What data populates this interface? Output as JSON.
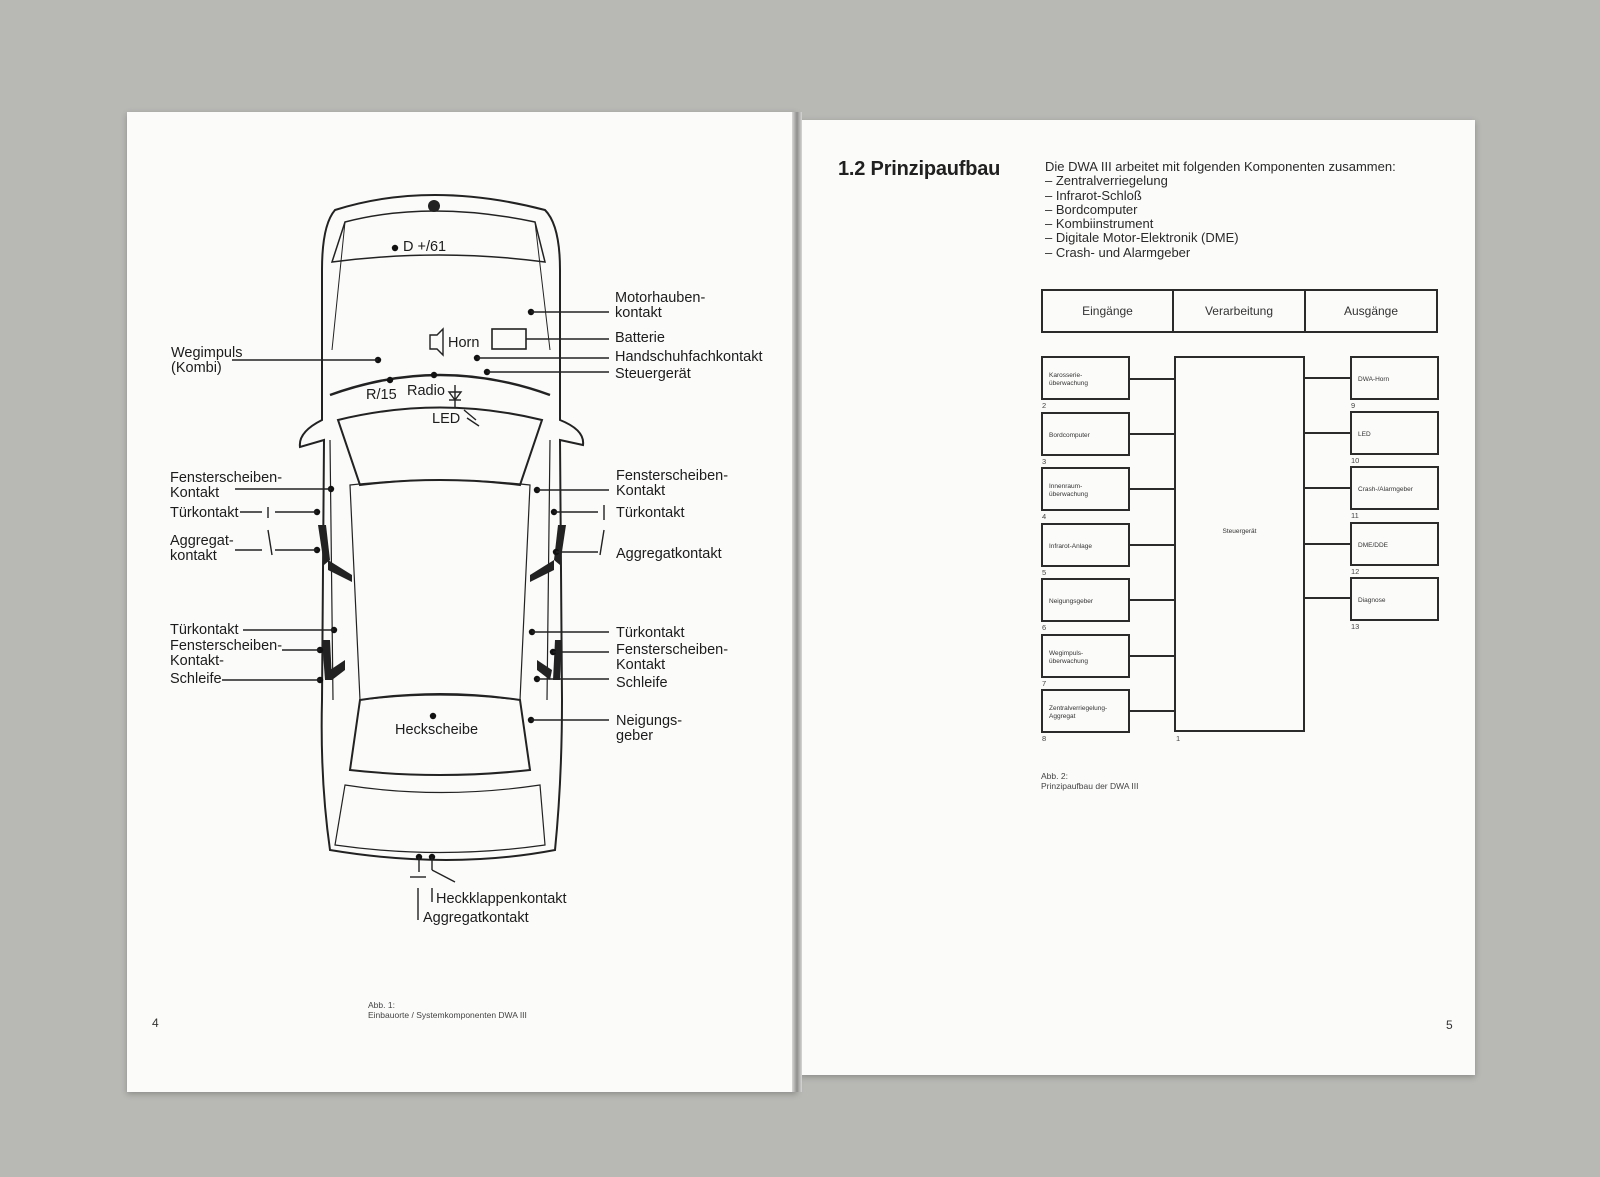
{
  "left_page": {
    "labels": {
      "d61": "D +/61",
      "motorhauben": "Motorhauben-\nkontakt",
      "horn": "Horn",
      "batterie": "Batterie",
      "handschuh": "Handschuhfachkontakt",
      "steuergeraet": "Steuergerät",
      "wegimpuls": "Wegimpuls\n(Kombi)",
      "r15": "R/15",
      "radio": "Radio",
      "led": "LED",
      "fenster_left_1": "Fensterscheiben-\nKontakt",
      "tuer_left_1": "Türkontakt",
      "aggregat_left": "Aggregat-\nkontakt",
      "fenster_right_1": "Fensterscheiben-\nKontakt",
      "tuer_right_1": "Türkontakt",
      "aggregat_right": "Aggregatkontakt",
      "tuer_left_2": "Türkontakt",
      "fenster_left_2": "Fensterscheiben-\nKontakt-",
      "schleife_left": "Schleife",
      "tuer_right_2": "Türkontakt",
      "fenster_right_2": "Fensterscheiben-\nKontakt",
      "schleife_right": "Schleife",
      "heckscheibe": "Heckscheibe",
      "neigungsgeber": "Neigungs-\ngeber",
      "heckklappen": "Heckklappenkontakt",
      "aggregat_bottom": "Aggregatkontakt"
    },
    "caption": {
      "line1": "Abb. 1:",
      "line2": "Einbauorte / Systemkomponenten DWA III"
    },
    "page_number": "4"
  },
  "right_page": {
    "heading": "1.2 Prinzipaufbau",
    "intro": {
      "lead": "Die DWA III arbeitet mit folgenden Komponenten zusammen:",
      "items": [
        "– Zentralverriegelung",
        "– Infrarot-Schloß",
        "– Bordcomputer",
        "– Kombiinstrument",
        "– Digitale Motor-Elektronik (DME)",
        "– Crash- und Alarmgeber"
      ]
    },
    "diagram": {
      "headers": [
        "Eingänge",
        "Verarbeitung",
        "Ausgänge"
      ],
      "inputs": [
        {
          "label": "Karosserie-\nüberwachung",
          "num": "2"
        },
        {
          "label": "Bordcomputer",
          "num": "3"
        },
        {
          "label": "Innenraum-\nüberwachung",
          "num": "4"
        },
        {
          "label": "Infrarot-Anlage",
          "num": "5"
        },
        {
          "label": "Neigungsgeber",
          "num": "6"
        },
        {
          "label": "Wegimpuls-\nüberwachung",
          "num": "7"
        },
        {
          "label": "Zentralverriegelung-\nAggregat",
          "num": "8"
        }
      ],
      "processor": {
        "label": "Steuergerät",
        "num": "1"
      },
      "outputs": [
        {
          "label": "DWA-Horn",
          "num": "9"
        },
        {
          "label": "LED",
          "num": "10"
        },
        {
          "label": "Crash-/Alarmgeber",
          "num": "11"
        },
        {
          "label": "DME/DDE",
          "num": "12"
        },
        {
          "label": "Diagnose",
          "num": "13"
        }
      ]
    },
    "caption": {
      "line1": "Abb. 2:",
      "line2": "Prinzipaufbau der DWA III"
    },
    "page_number": "5"
  }
}
